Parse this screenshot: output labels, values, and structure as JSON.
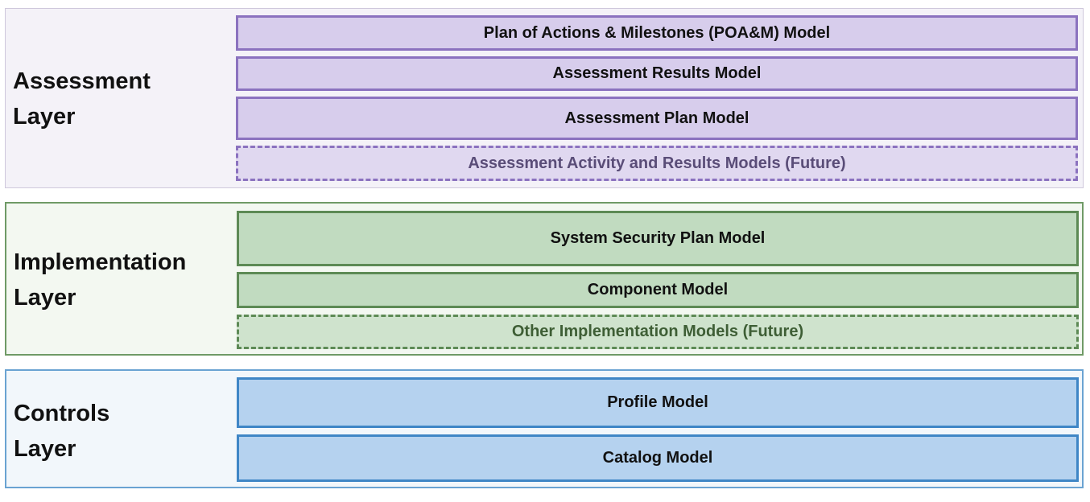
{
  "layers": {
    "assessment": {
      "label": "Assessment\nLayer",
      "models": [
        {
          "label": "Plan of Actions & Milestones (POA&M) Model",
          "future": false
        },
        {
          "label": "Assessment Results Model",
          "future": false
        },
        {
          "label": "Assessment Plan Model",
          "future": false
        },
        {
          "label": "Assessment Activity and Results Models (Future)",
          "future": true
        }
      ]
    },
    "implementation": {
      "label": "Implementation\nLayer",
      "models": [
        {
          "label": "System Security Plan Model",
          "future": false
        },
        {
          "label": "Component Model",
          "future": false
        },
        {
          "label": "Other Implementation Models (Future)",
          "future": true
        }
      ]
    },
    "controls": {
      "label": "Controls\nLayer",
      "models": [
        {
          "label": "Profile Model",
          "future": false
        },
        {
          "label": "Catalog Model",
          "future": false
        }
      ]
    }
  },
  "colors": {
    "assessment_fill": "#d7cdec",
    "assessment_border": "#8b72bf",
    "implementation_fill": "#c1dbc0",
    "implementation_border": "#5d8a55",
    "controls_fill": "#b5d2ef",
    "controls_border": "#3f86c6"
  }
}
